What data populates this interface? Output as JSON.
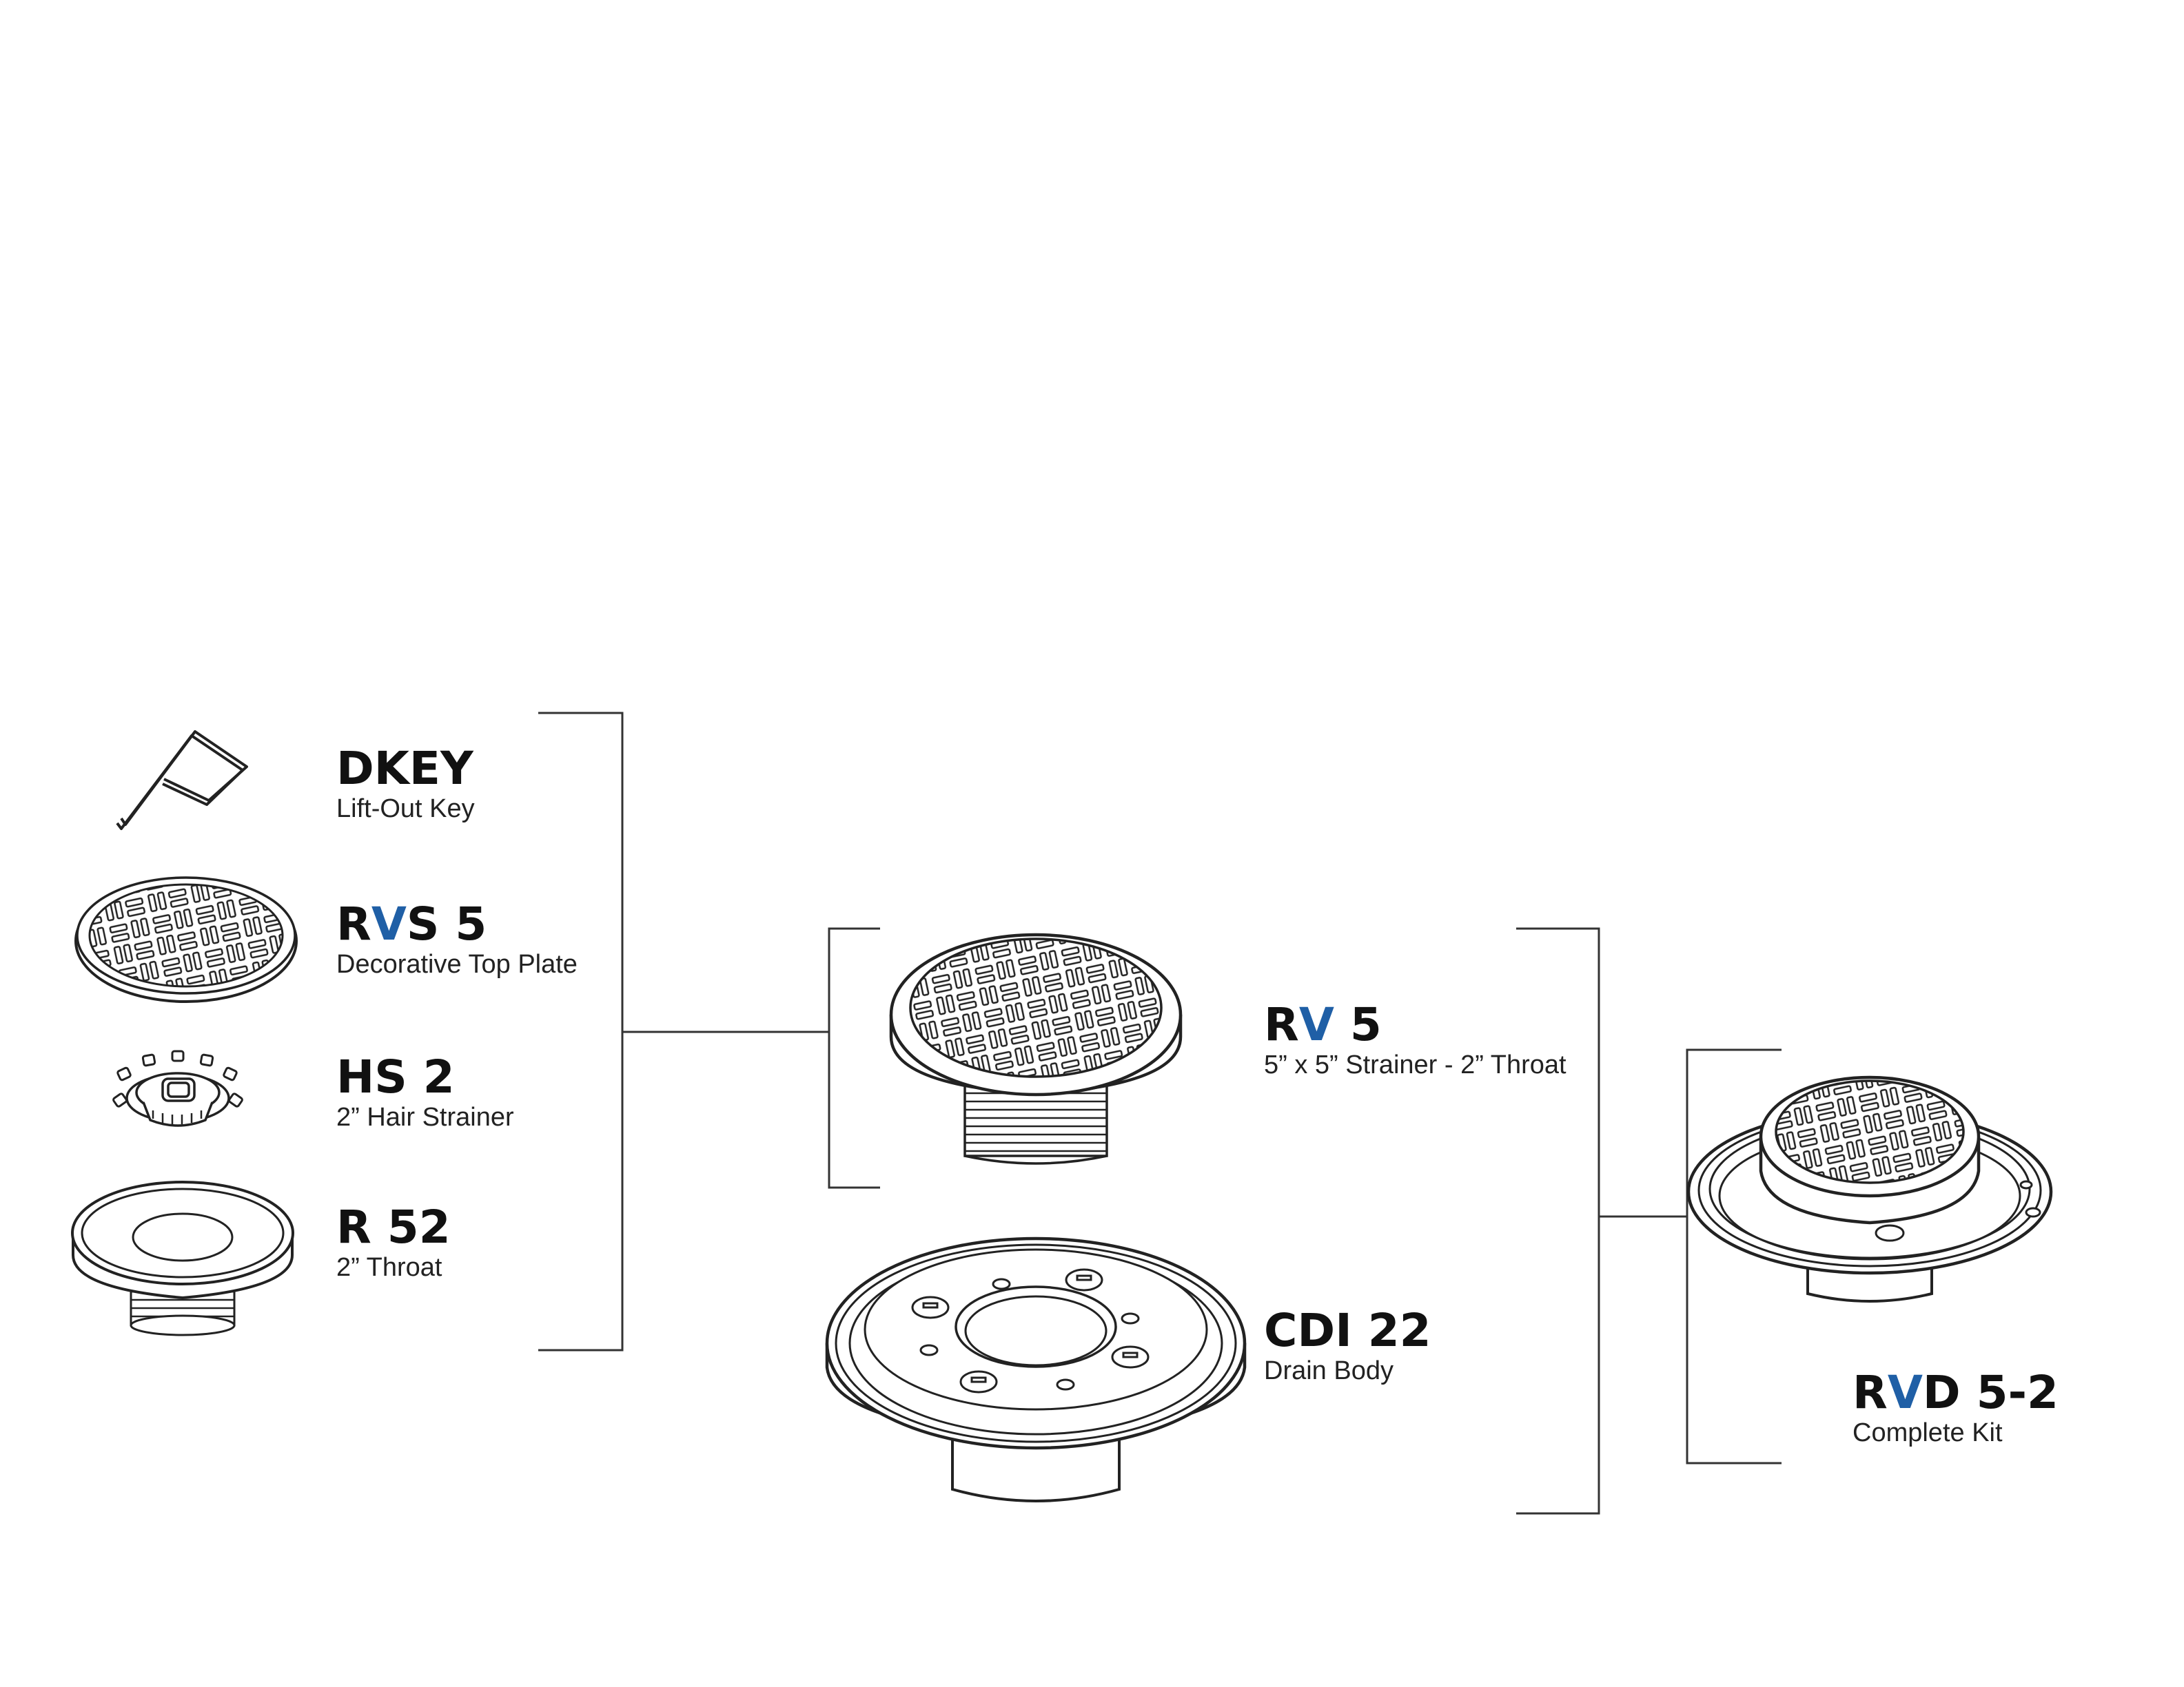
{
  "colors": {
    "ink": "#111111",
    "accent": "#1f5fa6",
    "background": "#ffffff"
  },
  "components": [
    {
      "id": "dkey",
      "code_pre": "DKEY",
      "code_accent": "",
      "code_post": "",
      "desc": "Lift-Out Key",
      "icon": "lift-out-key-icon"
    },
    {
      "id": "rvs5",
      "code_pre": "R",
      "code_accent": "V",
      "code_post": "S 5",
      "desc": "Decorative Top Plate",
      "icon": "decorative-top-plate-icon"
    },
    {
      "id": "hs2",
      "code_pre": "HS 2",
      "code_accent": "",
      "code_post": "",
      "desc": "2” Hair Strainer",
      "icon": "hair-strainer-icon"
    },
    {
      "id": "r52",
      "code_pre": "R 52",
      "code_accent": "",
      "code_post": "",
      "desc": "2” Throat",
      "icon": "throat-ring-icon"
    }
  ],
  "assemblies": [
    {
      "id": "rv5",
      "code_pre": "R",
      "code_accent": "V",
      "code_post": " 5",
      "desc": "5” x 5” Strainer - 2” Throat",
      "icon": "strainer-assembly-icon"
    },
    {
      "id": "cdi22",
      "code_pre": "CDI 22",
      "code_accent": "",
      "code_post": "",
      "desc": "Drain Body",
      "icon": "drain-body-icon"
    }
  ],
  "kit": {
    "id": "rvd52",
    "code_pre": "R",
    "code_accent": "V",
    "code_post": "D 5-2",
    "desc": "Complete Kit",
    "icon": "complete-kit-icon"
  }
}
